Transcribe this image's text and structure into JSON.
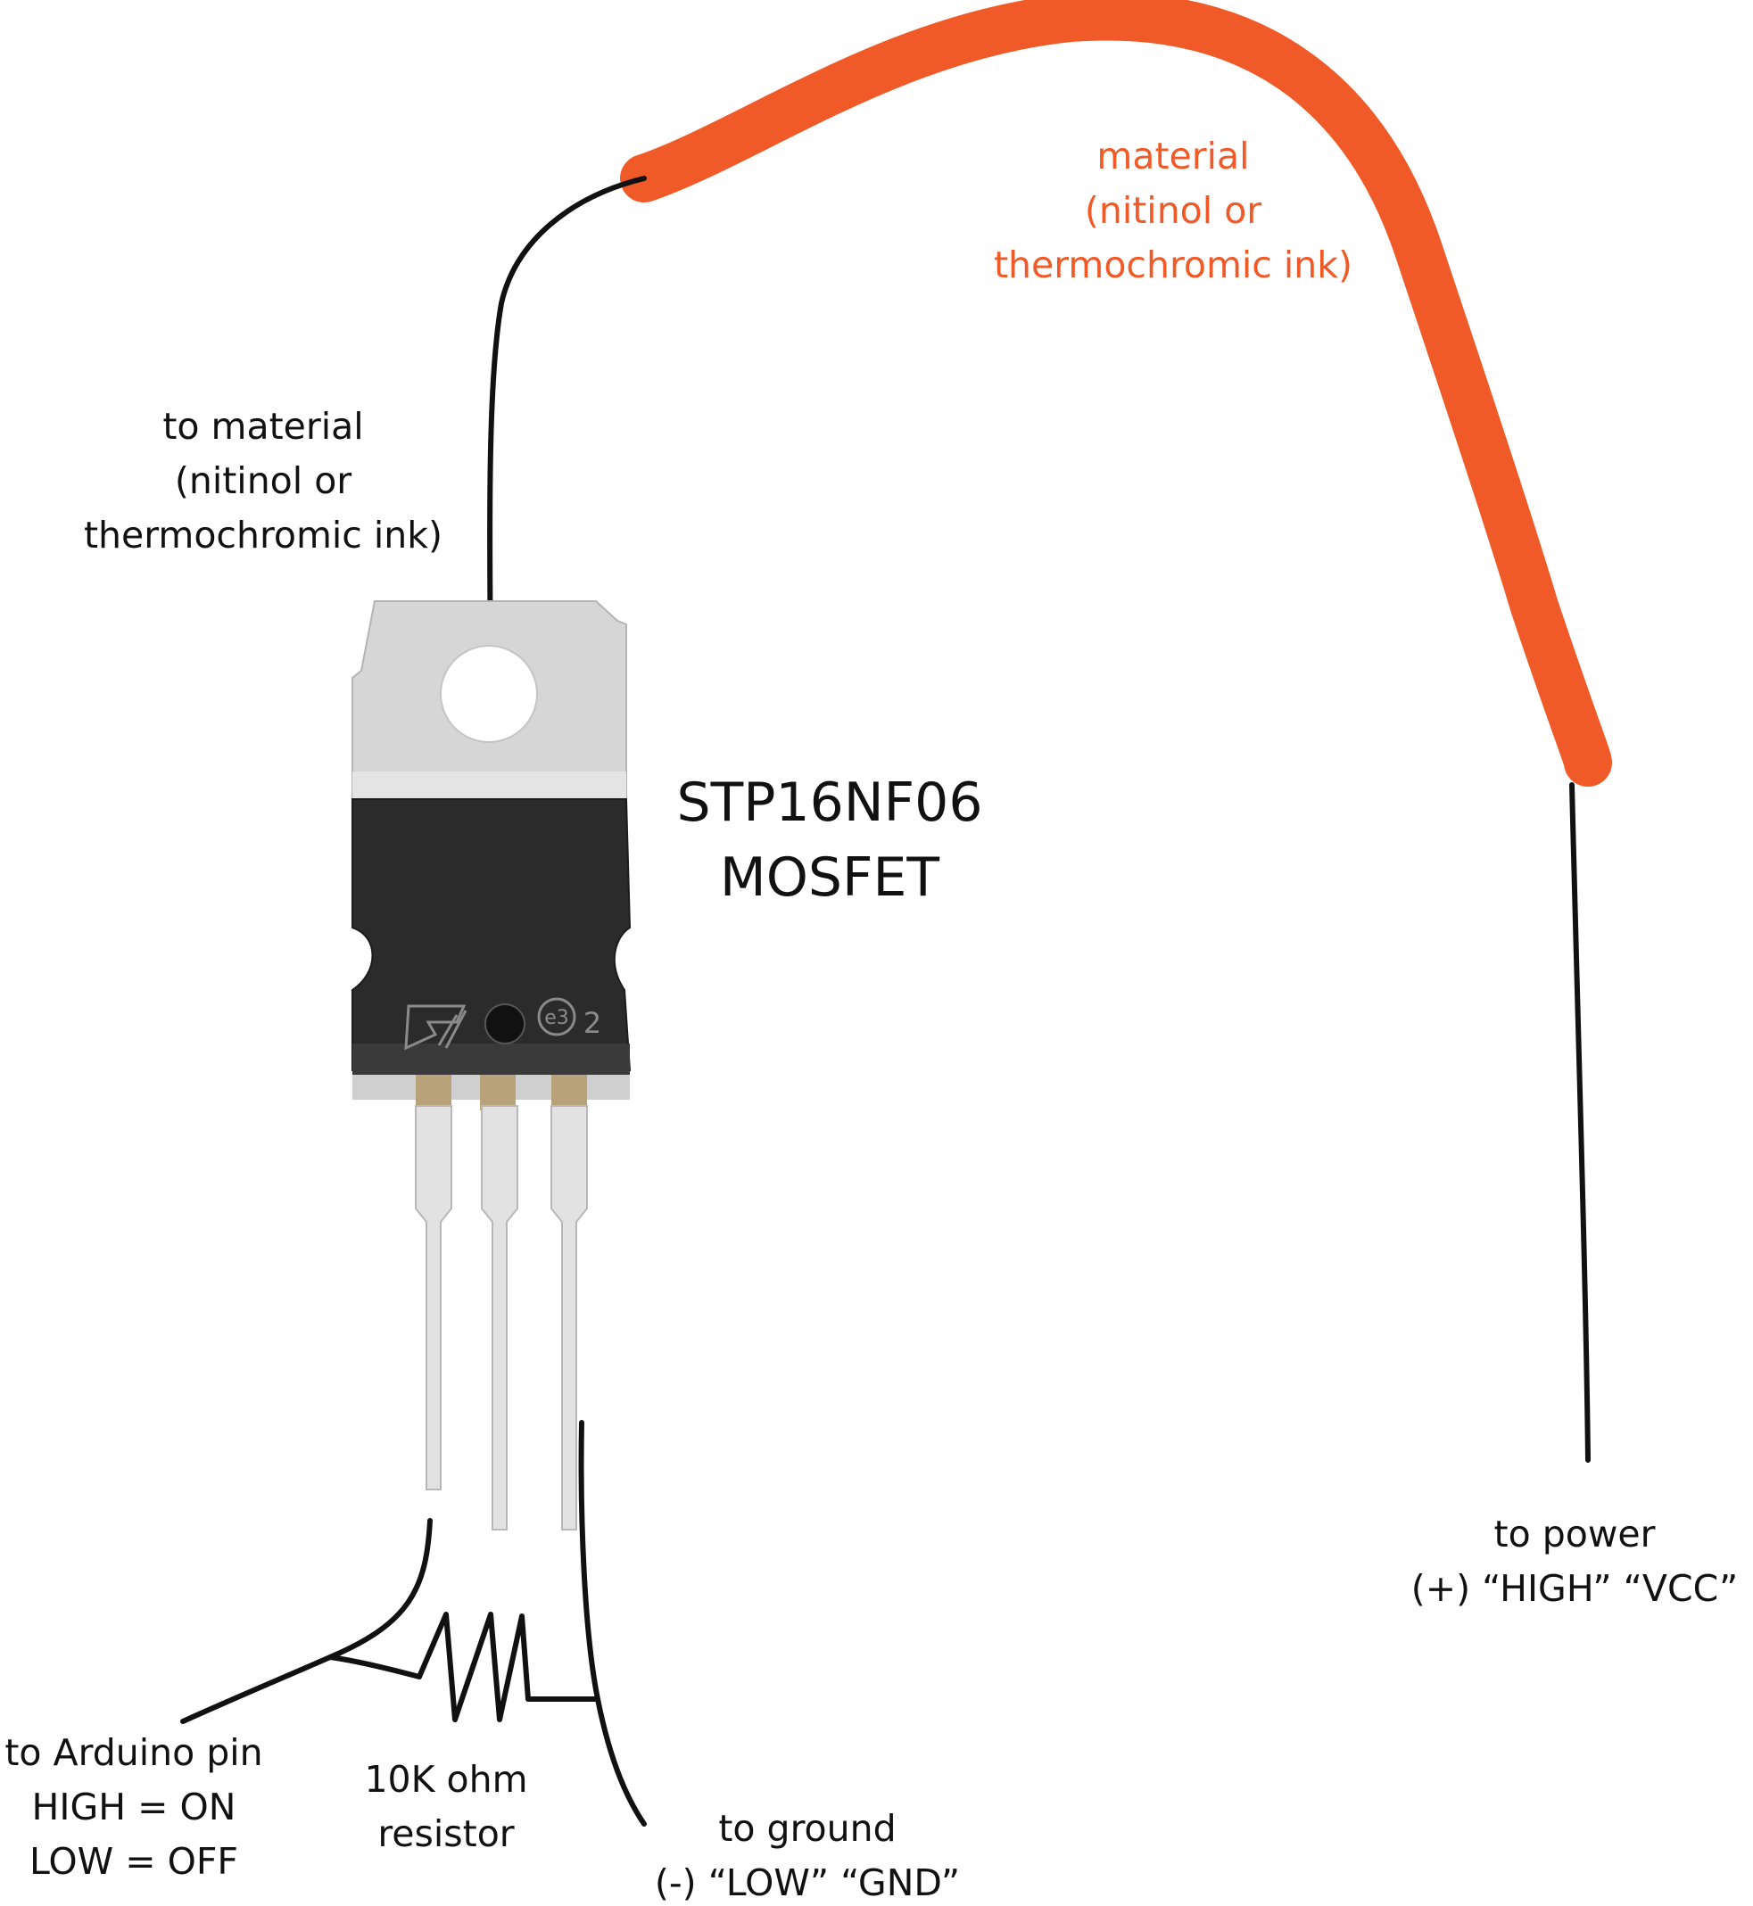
{
  "colors": {
    "wire": "#111111",
    "material": "#f05a28",
    "tab_metal": "#d6d6d6",
    "package_body": "#2b2b2b",
    "leads": "#e2e2e2",
    "background": "#ffffff"
  },
  "component": {
    "part_number": "STP16NF06",
    "part_type": "MOSFET",
    "body_marking_code": "2",
    "logo_icon": "st-logo-icon",
    "compliance_icon": "e3-icon"
  },
  "labels": {
    "material": {
      "line1": "material",
      "line2": "(nitinol or",
      "line3": "thermochromic ink)"
    },
    "to_material": {
      "line1": "to material",
      "line2": "(nitinol or",
      "line3": "thermochromic ink)"
    },
    "to_power": {
      "line1": "to power",
      "line2": "(+) “HIGH”  “VCC”"
    },
    "to_arduino": {
      "line1": "to Arduino pin",
      "line2": "HIGH = ON",
      "line3": "LOW = OFF"
    },
    "resistor": {
      "line1": "10K ohm",
      "line2": "resistor"
    },
    "to_ground": {
      "line1": "to ground",
      "line2": "(-) “LOW”  “GND”"
    }
  }
}
